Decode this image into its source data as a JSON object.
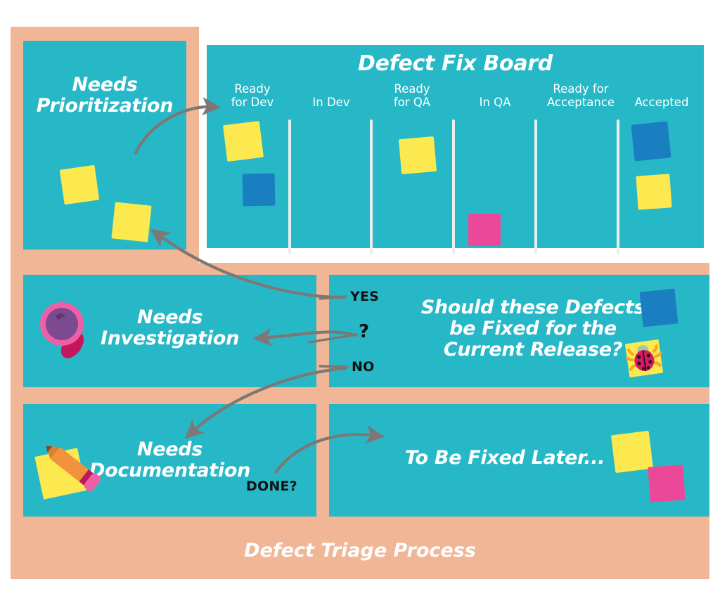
{
  "colors": {
    "teal": "#27b8c8",
    "peach": "#f0b695",
    "white": "#ffffff",
    "yellow_card": "#fbe94f",
    "blue_card": "#1a7fc1",
    "pink_card": "#ec4899",
    "arrow_gray": "#7d7775",
    "label_black": "#111111"
  },
  "footer": {
    "title": "Defect Triage Process"
  },
  "prioritization_panel": {
    "title": "Needs\nPrioritization",
    "cards": [
      {
        "color": "yellow",
        "rotation": -8
      },
      {
        "color": "yellow",
        "rotation": 6
      }
    ]
  },
  "board": {
    "title": "Defect Fix Board",
    "columns": [
      {
        "label": "Ready\nfor Dev",
        "cards": [
          {
            "color": "yellow"
          },
          {
            "color": "blue"
          }
        ]
      },
      {
        "label": "In Dev",
        "cards": []
      },
      {
        "label": "Ready\nfor QA",
        "cards": [
          {
            "color": "yellow"
          }
        ]
      },
      {
        "label": "In QA",
        "cards": [
          {
            "color": "pink"
          }
        ]
      },
      {
        "label": "Ready for\nAcceptance",
        "cards": []
      },
      {
        "label": "Accepted",
        "cards": [
          {
            "color": "blue"
          },
          {
            "color": "yellow"
          }
        ]
      }
    ]
  },
  "investigation_panel": {
    "title": "Needs\nInvestigation",
    "icon": "magnifying-glass-icon"
  },
  "decision_panel": {
    "title": "Should these Defects\nbe Fixed for the\nCurrent Release?",
    "icons": [
      "blue-card-icon",
      "ladybug-sticky-note-icon"
    ],
    "branches": [
      {
        "label": "YES",
        "target": "Defect Fix Board / Needs Prioritization"
      },
      {
        "label": "?",
        "target": "Needs Investigation"
      },
      {
        "label": "NO",
        "target": "Needs Documentation"
      }
    ]
  },
  "documentation_panel": {
    "title": "Needs\nDocumentation",
    "icon": "pencil-sticky-note-icon",
    "branch": {
      "label": "DONE?",
      "target": "To Be Fixed Later..."
    }
  },
  "later_panel": {
    "title": "To Be Fixed Later...",
    "cards": [
      {
        "color": "yellow"
      },
      {
        "color": "pink"
      }
    ]
  }
}
